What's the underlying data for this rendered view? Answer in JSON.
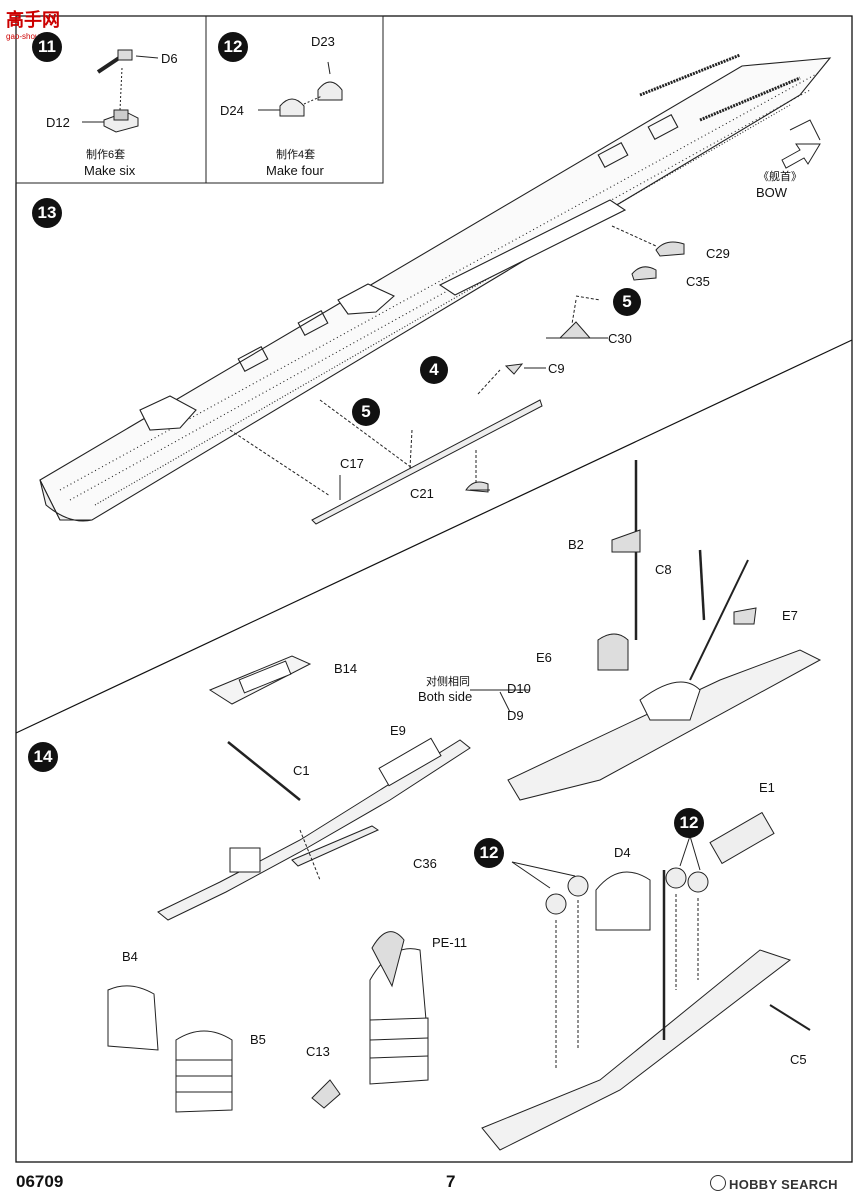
{
  "site_logo": {
    "text": "高手网",
    "subtext": "gao-shou.net"
  },
  "steps": {
    "s11": {
      "number": "11",
      "parts": [
        "D6",
        "D12"
      ],
      "note_cn": "制作6套",
      "note_en": "Make six"
    },
    "s12": {
      "number": "12",
      "parts": [
        "D23",
        "D24"
      ],
      "note_cn": "制作4套",
      "note_en": "Make four"
    },
    "s13": {
      "number": "13",
      "bow_cn": "《舰首》",
      "bow_en": "BOW",
      "parts": [
        "C29",
        "C35",
        "C30",
        "C9",
        "C17",
        "C21"
      ],
      "refs": [
        "5",
        "4",
        "5"
      ]
    },
    "s14": {
      "number": "14",
      "parts": [
        "B2",
        "C8",
        "E7",
        "E6",
        "D10",
        "D9",
        "B14",
        "E9",
        "C1",
        "C36",
        "E1",
        "D4",
        "PE-11",
        "B4",
        "B5",
        "C13",
        "C5"
      ],
      "both_side_cn": "对侧相同",
      "both_side_en": "Both side",
      "refs": [
        "12",
        "12"
      ]
    }
  },
  "footer": {
    "code": "06709",
    "page": "7",
    "watermark": "HOBBY SEARCH"
  }
}
